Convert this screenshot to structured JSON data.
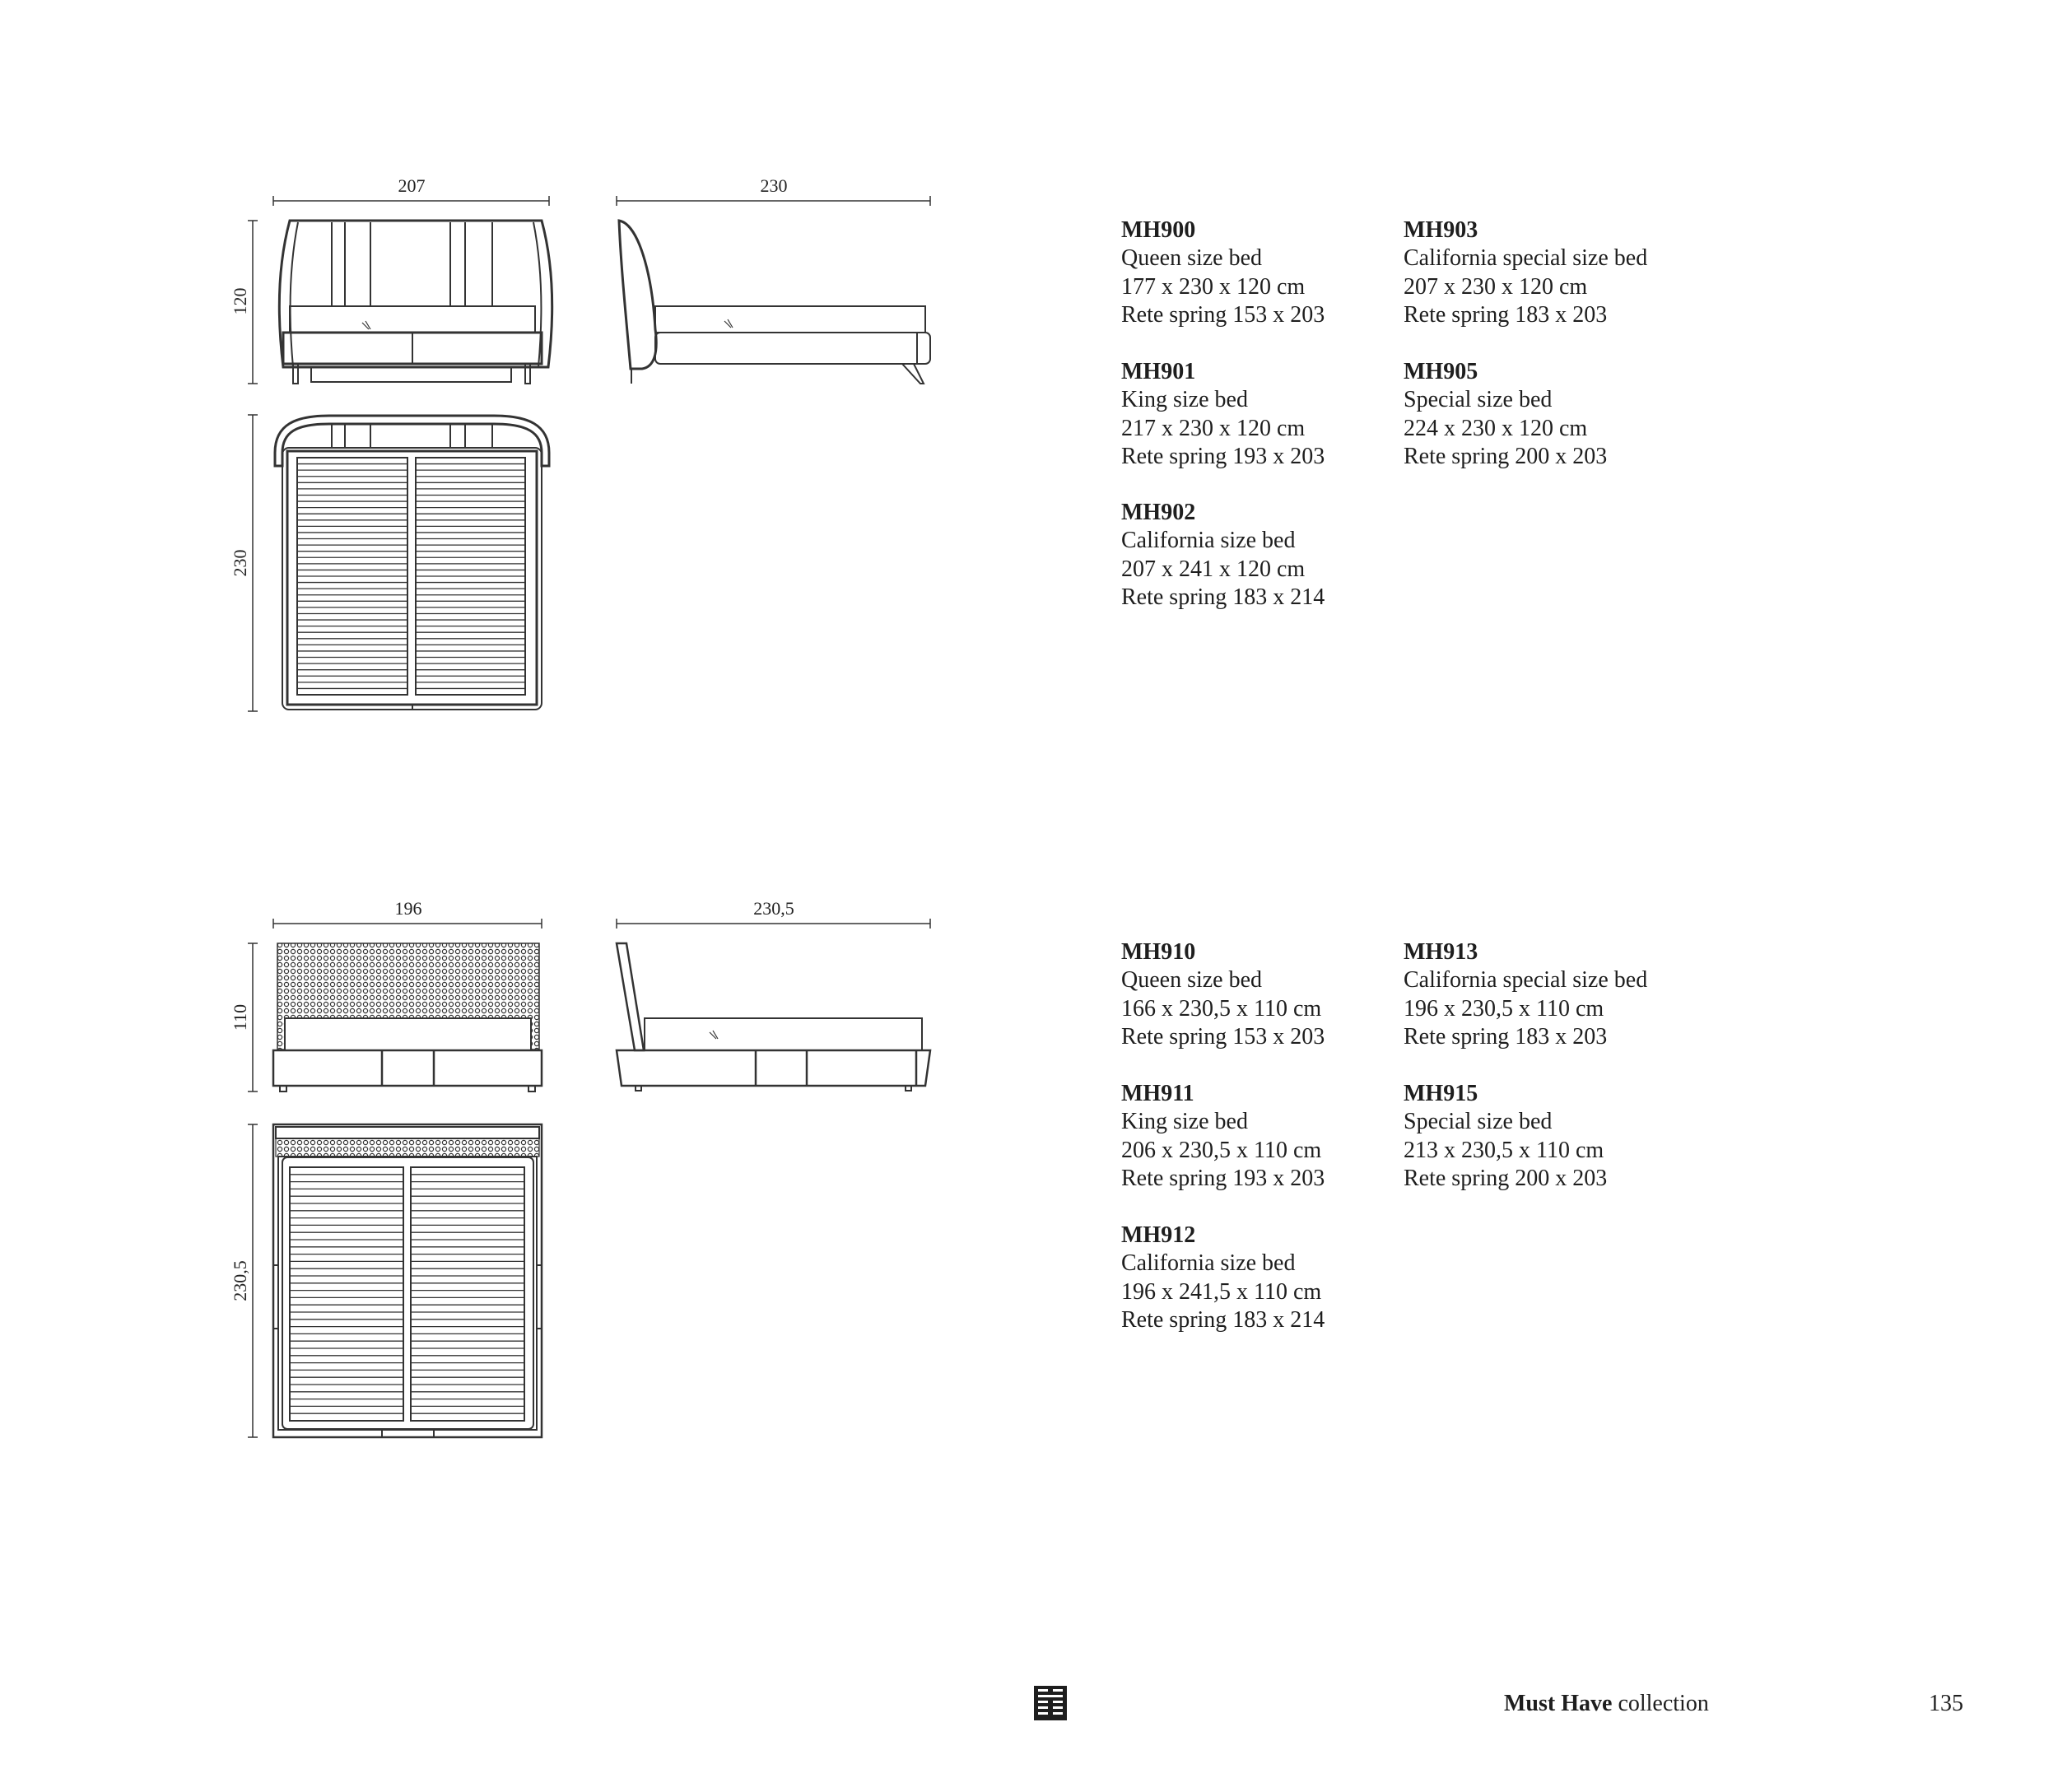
{
  "drawings": [
    {
      "name": "mh900-series",
      "width_label": "207",
      "length_label": "230",
      "height_label": "120",
      "plan_length_label": "230"
    },
    {
      "name": "mh910-series",
      "width_label": "196",
      "length_label": "230,5",
      "height_label": "110",
      "plan_length_label": "230,5"
    }
  ],
  "specs_top": [
    {
      "code": "MH900",
      "type": "Queen size bed",
      "size": "177 x 230 x 120 cm",
      "spring": "Rete spring 153 x 203"
    },
    {
      "code": "MH901",
      "type": "King size bed",
      "size": "217 x 230 x 120 cm",
      "spring": "Rete spring 193 x 203"
    },
    {
      "code": "MH902",
      "type": "California size bed",
      "size": "207 x 241 x 120 cm",
      "spring": "Rete spring 183 x 214"
    },
    {
      "code": "MH903",
      "type": "California special size bed",
      "size": "207 x 230 x 120 cm",
      "spring": "Rete spring 183 x 203"
    },
    {
      "code": "MH905",
      "type": "Special size bed",
      "size": "224 x 230 x 120 cm",
      "spring": "Rete spring 200 x 203"
    }
  ],
  "specs_bottom": [
    {
      "code": "MH910",
      "type": "Queen size bed",
      "size": "166 x 230,5 x 110 cm",
      "spring": "Rete spring 153 x 203"
    },
    {
      "code": "MH911",
      "type": "King size bed",
      "size": "206 x 230,5 x 110 cm",
      "spring": "Rete spring 193 x 203"
    },
    {
      "code": "MH912",
      "type": "California size bed",
      "size": "196 x 241,5 x 110 cm",
      "spring": "Rete spring 183 x 214"
    },
    {
      "code": "MH913",
      "type": "California special size bed",
      "size": "196 x 230,5  x 110 cm",
      "spring": "Rete spring 183 x 203"
    },
    {
      "code": "MH915",
      "type": "Special size bed",
      "size": "213 x 230,5 x 110 cm",
      "spring": "Rete spring 200 x 203"
    }
  ],
  "footer": {
    "collection_bold": "Must Have",
    "collection_rest": " collection",
    "page_number": "135",
    "logo_icon": "brand-logo-icon"
  },
  "colors": {
    "ink": "#1e1e1e",
    "line": "#333333"
  }
}
